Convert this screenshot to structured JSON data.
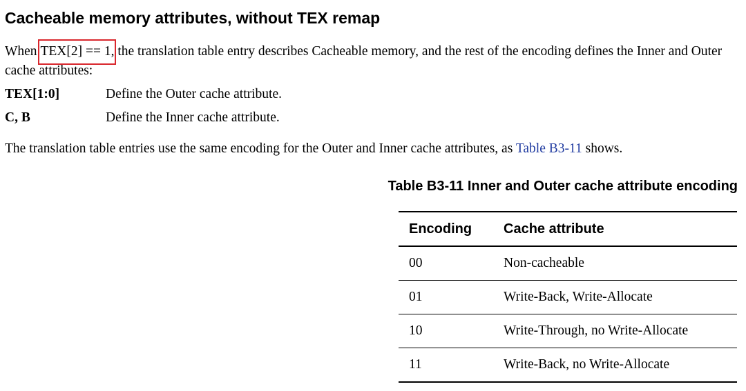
{
  "heading": "Cacheable memory attributes, without TEX remap",
  "intro": {
    "before": "When ",
    "highlighted": "TEX[2] == 1,",
    "after": " the translation table entry describes Cacheable memory, and the rest of the encoding defines the Inner and Outer cache attributes:"
  },
  "definitions": [
    {
      "term": "TEX[1:0]",
      "description": "Define the Outer cache attribute."
    },
    {
      "term": "C, B",
      "description": "Define the Inner cache attribute."
    }
  ],
  "outro": {
    "before": "The translation table entries use the same encoding for the Outer and Inner cache attributes, as ",
    "link": "Table B3-11",
    "after": " shows."
  },
  "table": {
    "caption": "Table B3-11 Inner and Outer cache attribute encoding",
    "headers": [
      "Encoding",
      "Cache attribute"
    ],
    "rows": [
      [
        "00",
        "Non-cacheable"
      ],
      [
        "01",
        "Write-Back, Write-Allocate"
      ],
      [
        "10",
        "Write-Through, no Write-Allocate"
      ],
      [
        "11",
        "Write-Back, no Write-Allocate"
      ]
    ]
  },
  "colors": {
    "highlight_box": "#d9262c",
    "link": "#1f3aa0"
  }
}
